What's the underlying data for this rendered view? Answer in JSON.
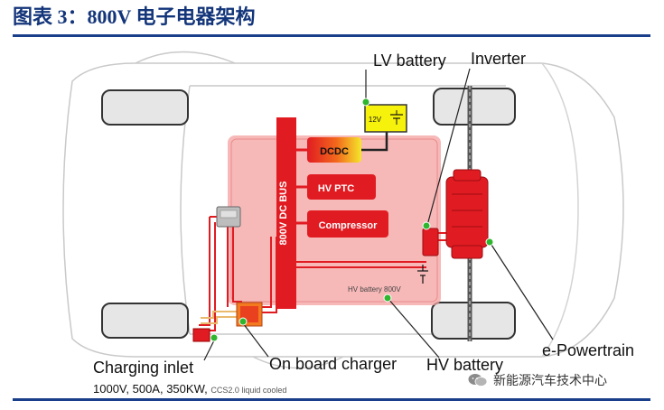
{
  "figure": {
    "title": "图表 3：800V 电子电器架构"
  },
  "diagram": {
    "bus_label": "800V DC BUS",
    "battery_small_label": "HV battery 800V",
    "lv_battery_voltage": "12V",
    "lv_battery_symbol": "+|-",
    "components": [
      {
        "name": "dcdc",
        "label": "DCDC"
      },
      {
        "name": "hv-ptc",
        "label": "HV PTC"
      },
      {
        "name": "compressor",
        "label": "Compressor"
      }
    ],
    "labels": {
      "lv_battery": "LV battery",
      "inverter": "Inverter",
      "e_powertrain": "e-Powertrain",
      "hv_battery": "HV battery",
      "on_board_charger": "On board charger",
      "charging_inlet": "Charging inlet"
    },
    "charging_spec": "1000V, 500A, 350KW,",
    "charging_spec_note": "CCS2.0 liquid cooled"
  },
  "colors": {
    "title_blue": "#13357a",
    "bus_red": "#e11b22",
    "battery_pink": "#f4a0a0",
    "label_green": "#2fb62f"
  },
  "watermark": {
    "icon": "wechat-icon",
    "text": "新能源汽车技术中心"
  }
}
